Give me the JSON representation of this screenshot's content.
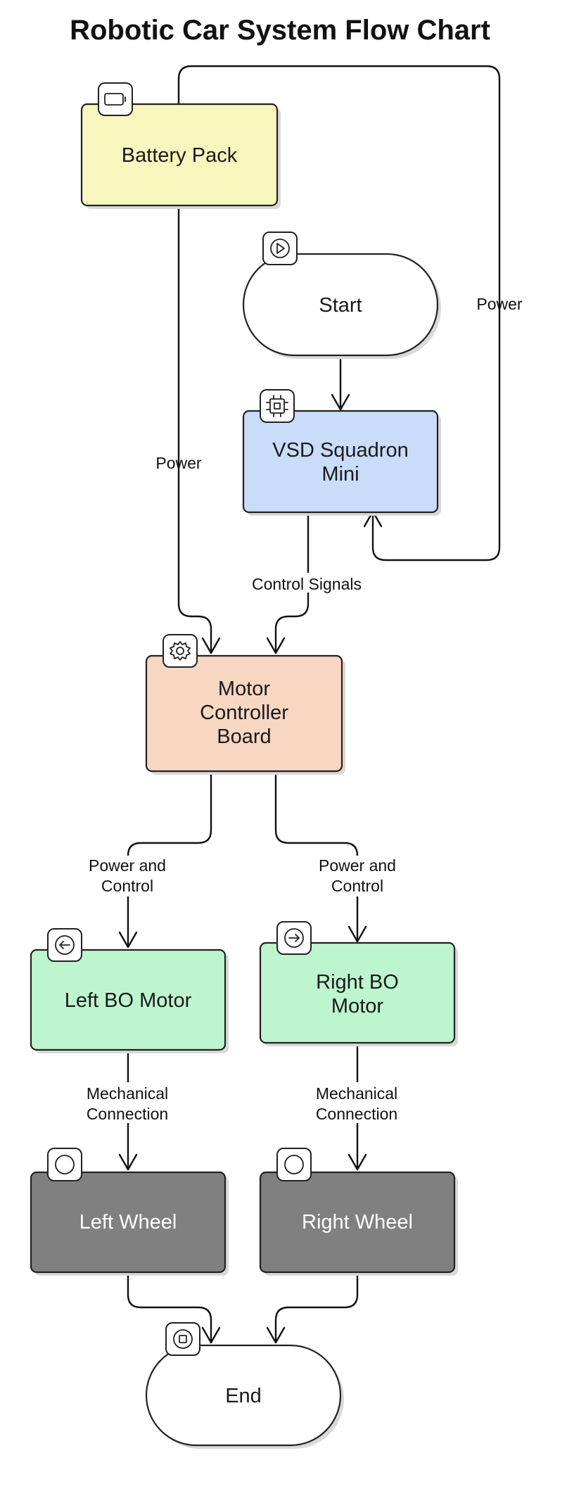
{
  "diagram": {
    "title": "Robotic Car System Flow Chart",
    "nodes": {
      "battery": {
        "lines": [
          "Battery Pack"
        ],
        "icon": "battery-icon",
        "fill": "#f7f6bd"
      },
      "start": {
        "lines": [
          "Start"
        ],
        "icon": "play-icon",
        "fill": "#ffffff"
      },
      "vsd": {
        "lines": [
          "VSD Squadron",
          "Mini"
        ],
        "icon": "cpu-chip-icon",
        "fill": "#c9dcf9"
      },
      "motor_controller": {
        "lines": [
          "Motor",
          "Controller",
          "Board"
        ],
        "icon": "gear-icon",
        "fill": "#f7d6c2"
      },
      "left_motor": {
        "lines": [
          "Left BO Motor"
        ],
        "icon": "arrow-left-circle-icon",
        "fill": "#bdf5cf"
      },
      "right_motor": {
        "lines": [
          "Right BO",
          "Motor"
        ],
        "icon": "arrow-right-circle-icon",
        "fill": "#bdf5cf"
      },
      "left_wheel": {
        "lines": [
          "Left Wheel"
        ],
        "icon": "circle-icon",
        "fill": "#808080"
      },
      "right_wheel": {
        "lines": [
          "Right Wheel"
        ],
        "icon": "circle-icon",
        "fill": "#808080"
      },
      "end": {
        "lines": [
          "End"
        ],
        "icon": "stop-icon",
        "fill": "#ffffff"
      }
    },
    "edges": {
      "battery_to_vsd": {
        "label": [
          "Power"
        ]
      },
      "battery_to_motor": {
        "label": [
          "Power"
        ]
      },
      "start_to_vsd": {
        "label": []
      },
      "vsd_to_motor": {
        "label": [
          "Control Signals"
        ]
      },
      "motor_to_left": {
        "label": [
          "Power and",
          "Control"
        ]
      },
      "motor_to_right": {
        "label": [
          "Power and",
          "Control"
        ]
      },
      "left_motor_to_wheel": {
        "label": [
          "Mechanical",
          "Connection"
        ]
      },
      "right_motor_to_wheel": {
        "label": [
          "Mechanical",
          "Connection"
        ]
      },
      "left_wheel_to_end": {
        "label": []
      },
      "right_wheel_to_end": {
        "label": []
      }
    }
  }
}
